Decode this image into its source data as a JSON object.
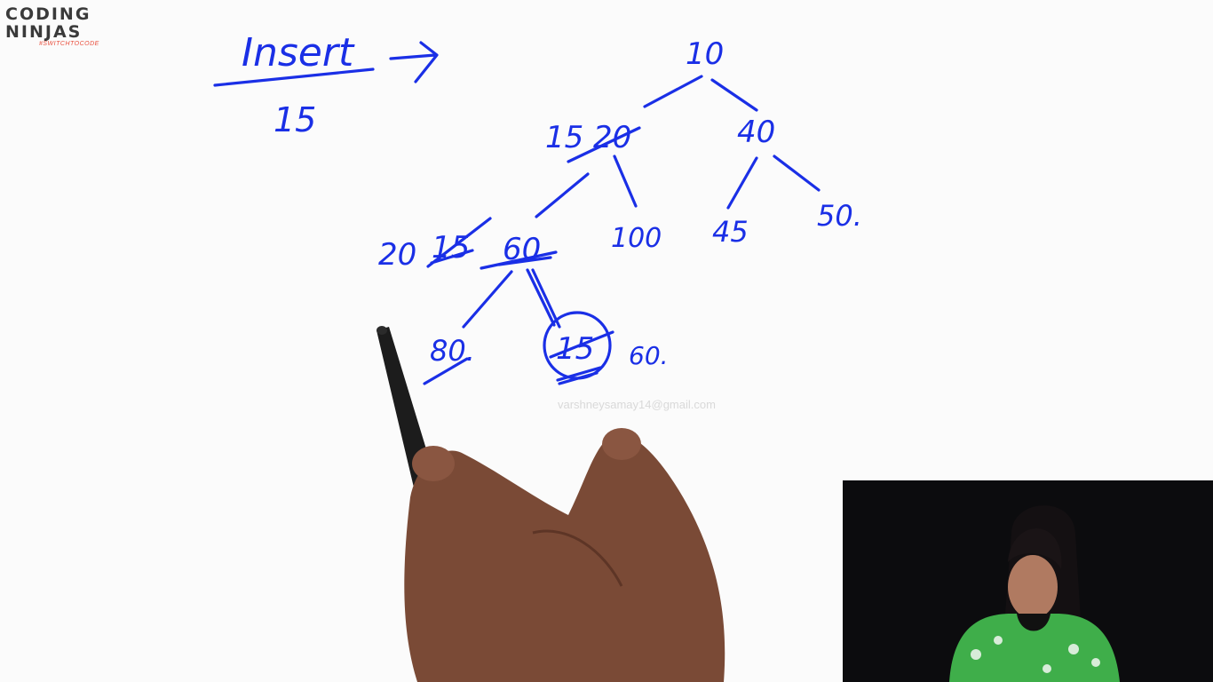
{
  "brand": {
    "logo_line1": "CODING",
    "logo_line2": "NINJAS",
    "tagline": "#SWITCHTOCODE"
  },
  "board": {
    "heading": "Insert",
    "insert_value": "15",
    "tree_nodes": {
      "root": "10",
      "left": "20",
      "left_new": "15",
      "right": "40",
      "lvl2_a": "60",
      "lvl2_a_old": "15",
      "lvl2_a_new": "20",
      "lvl2_b": "100",
      "lvl2_c": "45",
      "lvl2_d": "50.",
      "lvl3_a": "80.",
      "lvl3_b": "15",
      "lvl3_b_note": "60."
    },
    "ink_color": "#1a2fe6"
  },
  "watermark": "varshneysamay14@gmail.com",
  "presenter_panel": {
    "background": "#0c0c0e",
    "shirt_color": "#3fae4a"
  }
}
